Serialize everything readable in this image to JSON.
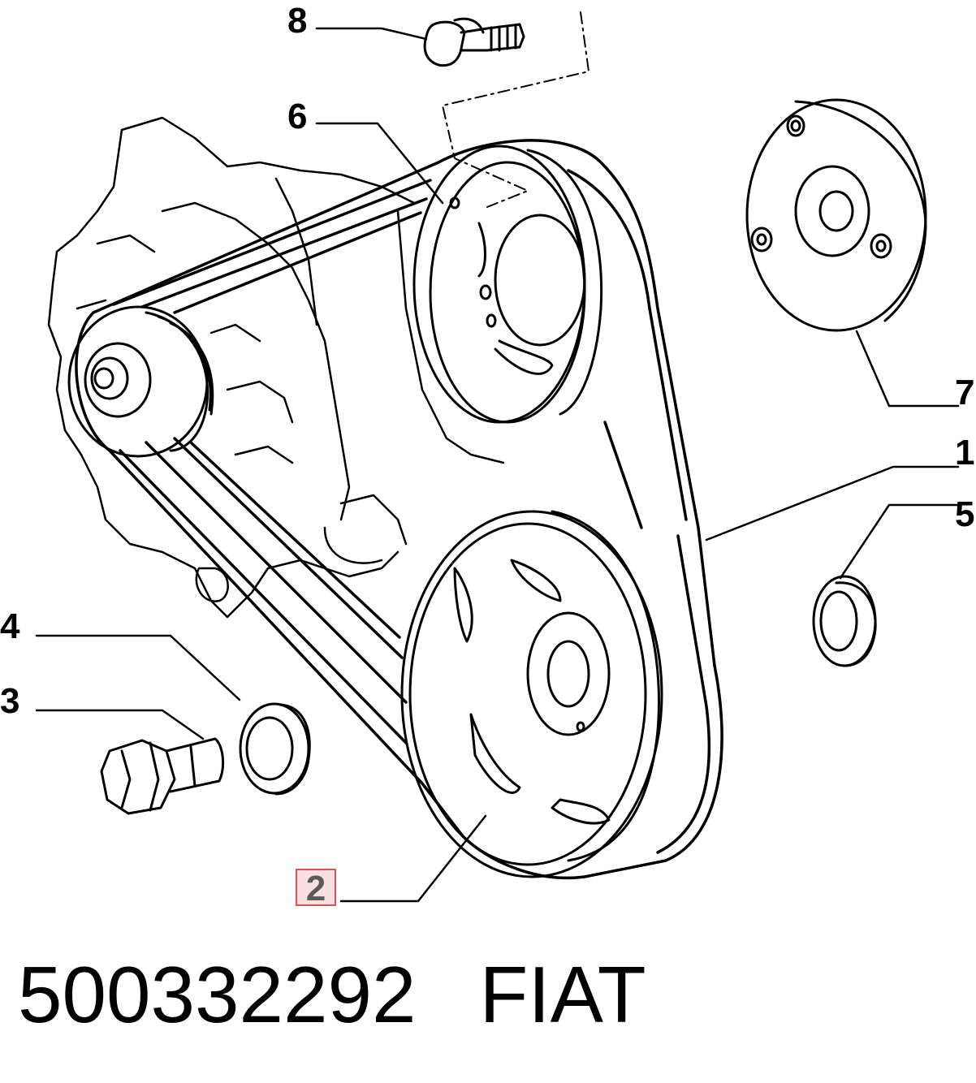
{
  "callouts": [
    {
      "number": "8"
    },
    {
      "number": "6"
    },
    {
      "number": "7"
    },
    {
      "number": "1"
    },
    {
      "number": "5"
    },
    {
      "number": "4"
    },
    {
      "number": "3"
    },
    {
      "number": "2",
      "highlighted": true
    }
  ],
  "footer": {
    "part_number": "500332292",
    "brand": "FIAT"
  },
  "colors": {
    "line": "#000000",
    "highlight_border": "#d9534f",
    "highlight_fill": "#f9dfe1"
  }
}
